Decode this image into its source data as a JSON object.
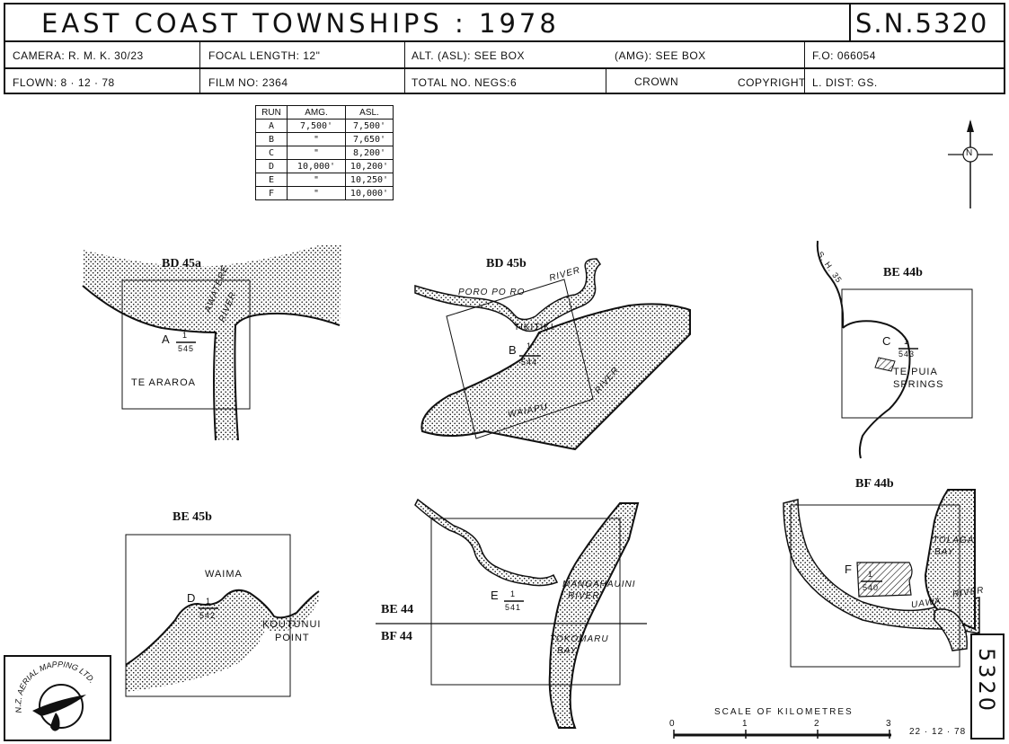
{
  "header": {
    "title": "EAST   COAST   TOWNSHIPS   :   1978",
    "sheet_number": "S.N.5320",
    "row1": {
      "camera": "CAMERA: R. M. K. 30/23",
      "focal_length": "FOCAL LENGTH: 12\"",
      "alt_asl": "ALT. (ASL): SEE   BOX",
      "amg": "(AMG): SEE   BOX",
      "fo": "F.O: 066054"
    },
    "row2": {
      "flown": "FLOWN: 8 · 12 · 78",
      "film_no": "FILM NO: 2364",
      "total_negs": "TOTAL NO. NEGS:6",
      "crown": "CROWN",
      "copyright": "COPYRIGHT",
      "l_dist": "L. DIST:  GS."
    }
  },
  "runs_table": {
    "headers": [
      "RUN",
      "AMG.",
      "ASL."
    ],
    "rows": [
      [
        "A",
        "7,500'",
        "7,500'"
      ],
      [
        "B",
        "\"",
        "7,650'"
      ],
      [
        "C",
        "\"",
        "8,200'"
      ],
      [
        "D",
        "10,000'",
        "10,200'"
      ],
      [
        "E",
        "\"",
        "10,250'"
      ],
      [
        "F",
        "\"",
        "10,000'"
      ]
    ]
  },
  "north_arrow": {
    "letter": "N",
    "icon": "north-arrow-icon"
  },
  "panels": {
    "bd45a": {
      "title": "BD 45a",
      "run": "A",
      "neg": "1",
      "frame": "545",
      "place": "TE  ARAROA",
      "river1": "AWATERE",
      "river2": "RIVER"
    },
    "bd45b": {
      "title": "BD 45b",
      "run": "B",
      "neg": "1",
      "frame": "544",
      "place": "TIKITIKI",
      "river_a1": "PORO PO RO",
      "river_a2": "RIVER",
      "river_b1": "WAIAPU",
      "river_b2": "RIVER"
    },
    "be44b": {
      "title": "BE 44b",
      "run": "C",
      "neg": "1",
      "frame": "543",
      "road": "S. H. 35",
      "place1": "TE   PUIA",
      "place2": "SPRINGS"
    },
    "be45b": {
      "title": "BE 45b",
      "run": "D",
      "neg": "1",
      "frame": "542",
      "place": "WAIMA",
      "point1": "KOUTUNUI",
      "point2": "POINT"
    },
    "be44_bf44": {
      "label_top": "BE 44",
      "label_bottom": "BF 44",
      "run": "E",
      "neg": "1",
      "frame": "541",
      "river1": "MANGAHAUINI",
      "river2": "RIVER",
      "bay1": "TOKOMARU",
      "bay2": "BAY"
    },
    "bf44b": {
      "title": "BF 44b",
      "run": "F",
      "neg": "1",
      "frame": "540",
      "bay1": "TOLAGA",
      "bay2": "BAY",
      "river1": "UAWA",
      "river2": "RIVER"
    }
  },
  "scale": {
    "title": "SCALE   OF   KILOMETRES",
    "ticks": [
      "0",
      "1",
      "2",
      "3"
    ]
  },
  "date": "22 · 12 · 78",
  "side_number": "5320",
  "logo": {
    "text": "N.Z. AERIAL MAPPING LTD.",
    "icon": "nz-aerial-mapping-logo-icon"
  },
  "colors": {
    "ink": "#111111",
    "stipple": "#111111",
    "paper": "#ffffff"
  }
}
